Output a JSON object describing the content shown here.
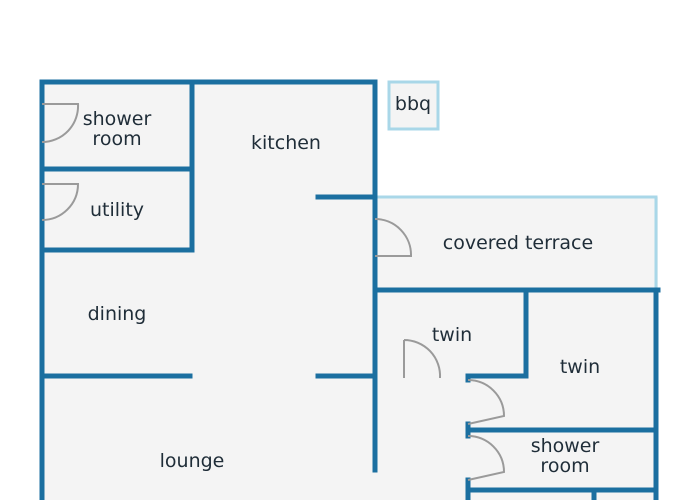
{
  "colors": {
    "wall": "#1b6fa0",
    "light_wall": "#a9d7e8",
    "floor": "#f4f4f4",
    "door_arc": "#9a9a9a",
    "text": "#1f2d38",
    "background": "#ffffff"
  },
  "rooms": {
    "shower_room_1": {
      "line1": "shower",
      "line2": "room"
    },
    "kitchen": {
      "label": "kitchen"
    },
    "bbq": {
      "label": "bbq"
    },
    "utility": {
      "label": "utility"
    },
    "covered_terrace": {
      "label": "covered terrace"
    },
    "dining": {
      "label": "dining"
    },
    "twin_1": {
      "label": "twin"
    },
    "twin_2": {
      "label": "twin"
    },
    "lounge": {
      "label": "lounge"
    },
    "shower_room_2": {
      "line1": "shower",
      "line2": "room"
    }
  }
}
